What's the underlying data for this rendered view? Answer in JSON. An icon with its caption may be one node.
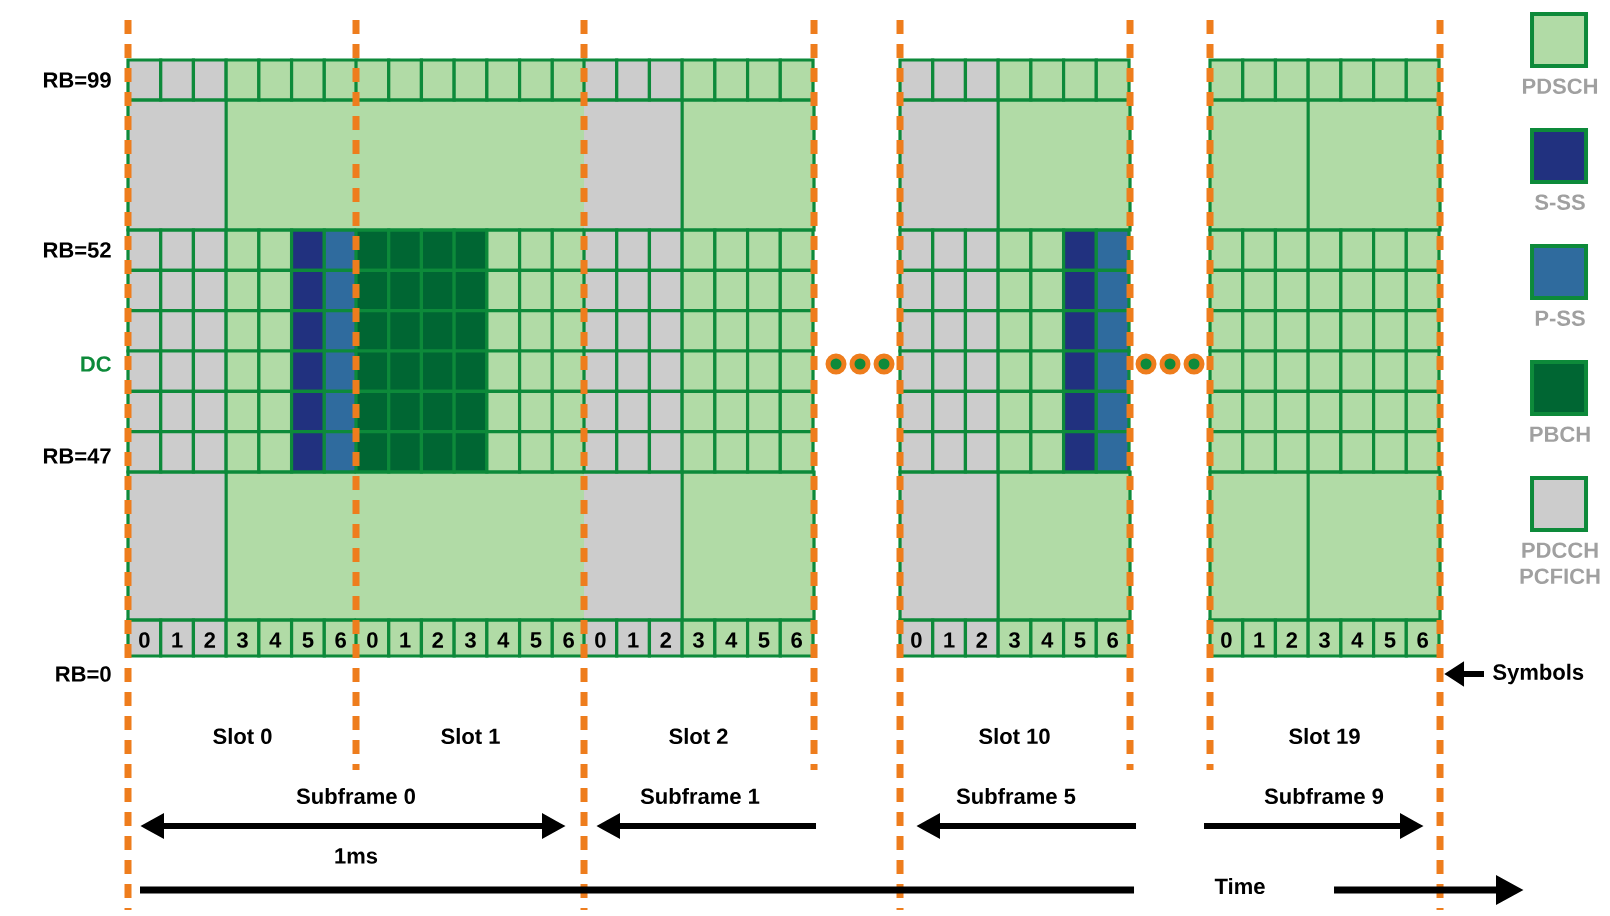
{
  "diagram": {
    "labels": [
      "RB=99",
      "RB=52",
      "DC",
      "RB=47",
      "RB=0",
      "0",
      "1",
      "2",
      "3",
      "4",
      "5",
      "6",
      "0",
      "1",
      "2",
      "3",
      "4",
      "5",
      "6",
      "0",
      "1",
      "2",
      "3",
      "4",
      "5",
      "6",
      "0",
      "1",
      "2",
      "3",
      "4",
      "5",
      "6",
      "0",
      "1",
      "2",
      "3",
      "4",
      "5",
      "6",
      "Symbols",
      "Slot 0",
      "Slot 1",
      "Slot 2",
      "Slot 10",
      "Slot 19",
      "Subframe 0",
      "Subframe 1",
      "Subframe 5",
      "Subframe 9",
      "1ms",
      "Time"
    ],
    "legend": [
      {
        "text": "PDSCH",
        "color": "#b1dba6"
      },
      {
        "text": "S-SS",
        "color": "#21317f"
      },
      {
        "text": "P-SS",
        "color": "#2f6b9e"
      },
      {
        "text": "PBCH",
        "color": "#006633"
      },
      {
        "text": "PDCCH PCFICH",
        "color": "#cccccc"
      }
    ]
  }
}
